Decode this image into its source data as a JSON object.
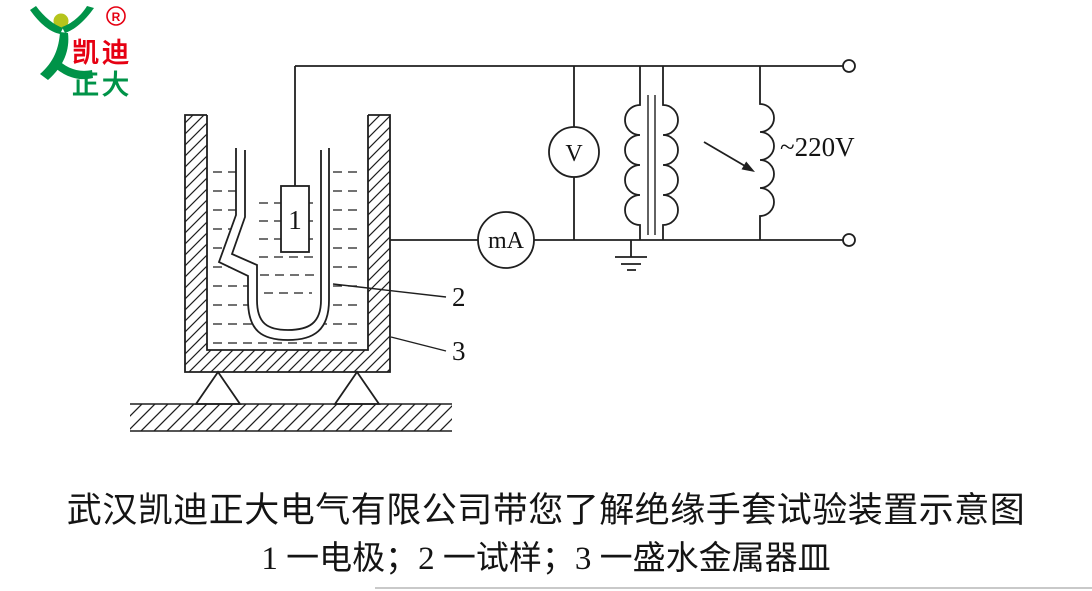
{
  "logo": {
    "brand_top": "凯迪",
    "brand_bottom": "正大",
    "registered": "R"
  },
  "schematic": {
    "voltmeter_label": "V",
    "milliammeter_label": "mA",
    "supply_label": "~220V",
    "electrode_label": "1",
    "sample_label": "2",
    "vessel_label": "3"
  },
  "captions": {
    "title": "武汉凯迪正大电气有限公司带您了解绝缘手套试验装置示意图",
    "legend": "1 一电极；2 一试样；3 一盛水金属器皿"
  },
  "colors": {
    "brand_red": "#e60012",
    "brand_green": "#009348",
    "head_yellow": "#b5c41c",
    "line_dark": "#1f1f1f"
  }
}
